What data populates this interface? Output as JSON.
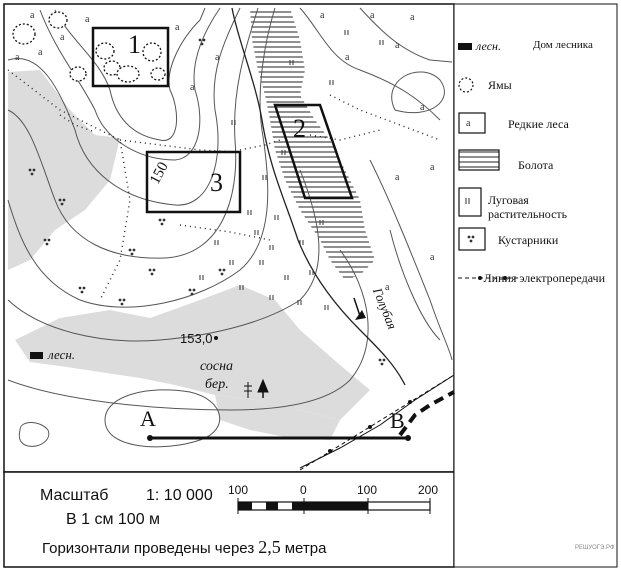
{
  "map": {
    "area_labels": [
      "1",
      "2",
      "3"
    ],
    "contour_label": "150",
    "spot_height": "153,0",
    "tree_label_species": "сосна",
    "tree_label_extra": "бер.",
    "forester_house_label": "лесн.",
    "river_name": "Голубая",
    "point_a": "А",
    "point_b": "В"
  },
  "legend": {
    "items": [
      {
        "symbol": "лесн.",
        "text": "Дом лесника",
        "icon": "forester-house-icon"
      },
      {
        "symbol": "",
        "text": "Ямы",
        "icon": "pit-icon"
      },
      {
        "symbol": "",
        "text": "Редкие леса",
        "icon": "sparse-forest-icon"
      },
      {
        "symbol": "",
        "text": "Болота",
        "icon": "swamp-icon"
      },
      {
        "symbol": "",
        "text": "Луговая растительность",
        "icon": "meadow-icon"
      },
      {
        "symbol": "",
        "text": "Кустарники",
        "icon": "shrubs-icon"
      },
      {
        "symbol": "",
        "text": "Линия электропередачи",
        "icon": "power-line-icon"
      }
    ]
  },
  "scale": {
    "title": "Масштаб",
    "ratio": "1: 10 000",
    "per_cm": "В 1 см 100 м",
    "ticks": [
      "100",
      "0",
      "100",
      "200"
    ],
    "contour_interval_text": "Горизонтали проведены через",
    "contour_interval_value": "2,5",
    "contour_interval_unit": "метра"
  },
  "watermark": "РЕШУОГЭ.РФ"
}
